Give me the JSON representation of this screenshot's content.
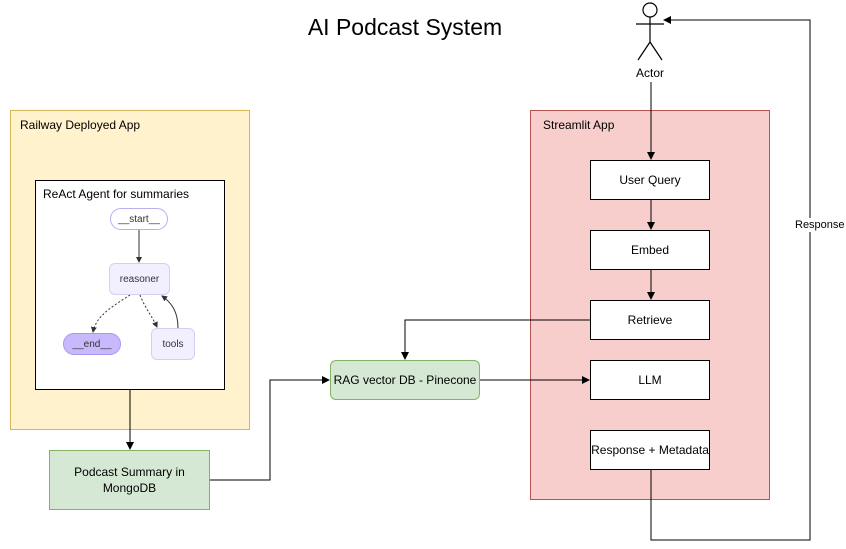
{
  "title": "AI Podcast System",
  "actor": {
    "label": "Actor"
  },
  "railway": {
    "label": "Railway Deployed App",
    "agent": {
      "label": "ReAct Agent for summaries",
      "nodes": {
        "start": "__start__",
        "reasoner": "reasoner",
        "end": "__end__",
        "tools": "tools"
      }
    }
  },
  "mongo": {
    "label": "Podcast Summary in MongoDB"
  },
  "rag": {
    "label": "RAG vector DB - Pinecone"
  },
  "streamlit": {
    "label": "Streamlit App",
    "steps": {
      "user_query": "User Query",
      "embed": "Embed",
      "retrieve": "Retrieve",
      "llm": "LLM",
      "response_metadata": "Response + Metadata"
    }
  },
  "edges": {
    "response_label": "Response"
  },
  "colors": {
    "railway_fill": "#fff2cc",
    "railway_stroke": "#d6b656",
    "streamlit_fill": "#f8cecc",
    "streamlit_stroke": "#b85450",
    "green_fill": "#d5e8d4",
    "green_stroke": "#82b366",
    "langgraph_node": "#f2f0ff",
    "langgraph_end": "#c7b9fb"
  }
}
